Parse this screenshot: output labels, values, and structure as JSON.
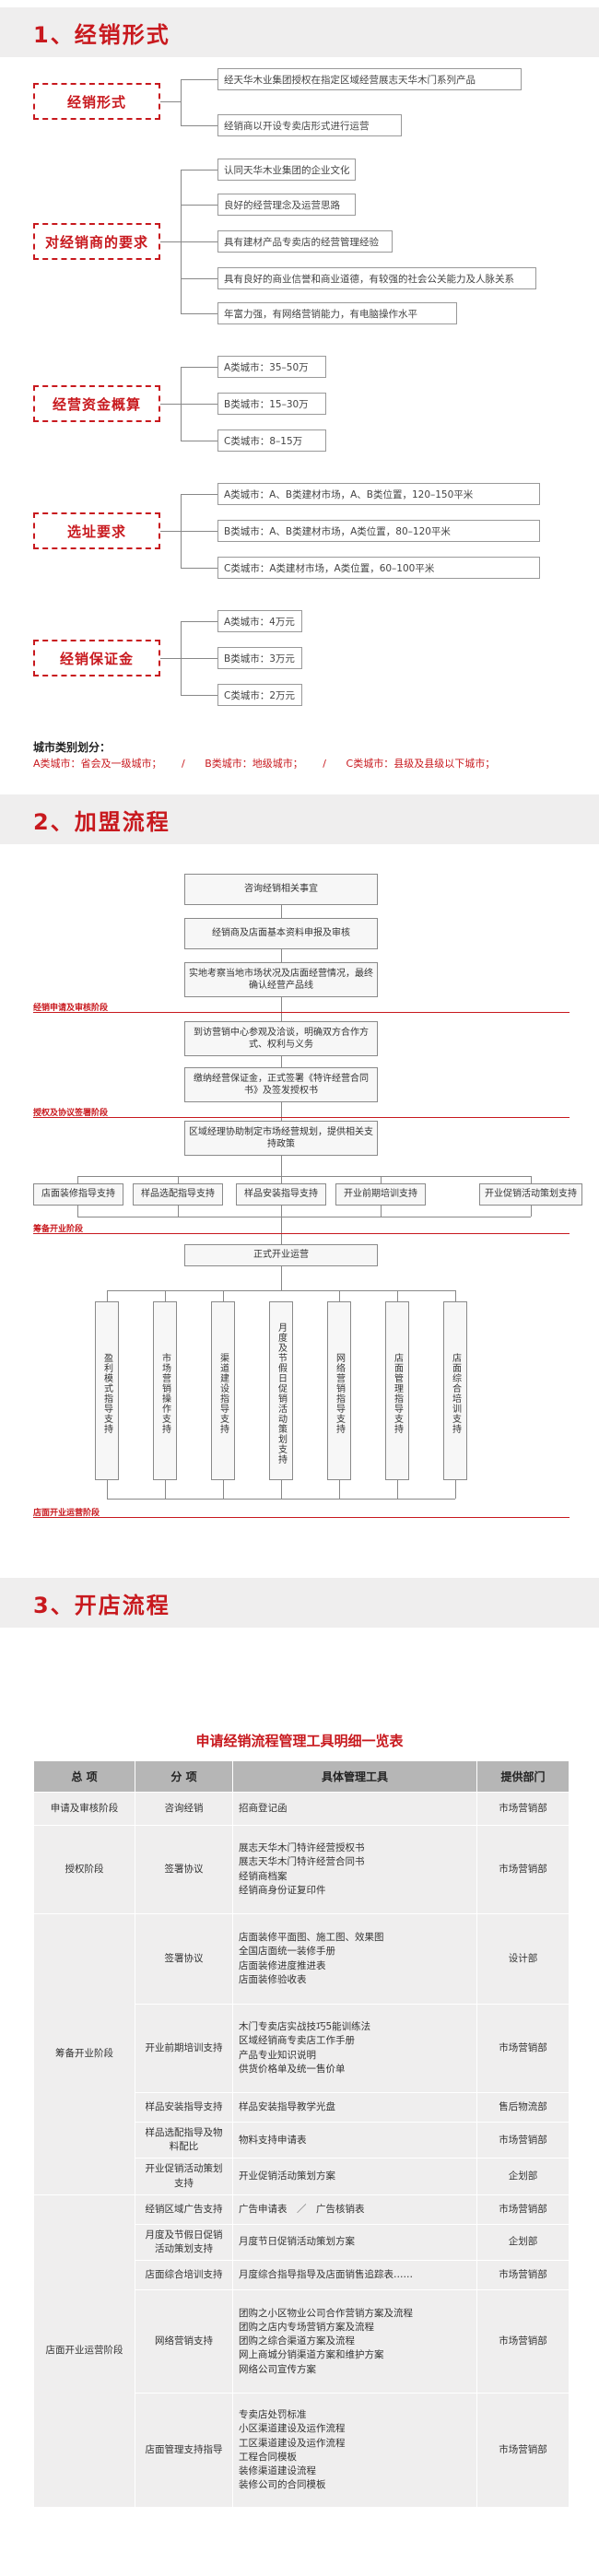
{
  "section1": {
    "title": "1、经销形式",
    "groups": [
      {
        "label": "经销形式",
        "items": [
          "经天华木业集团授权在指定区域经营展志天华木门系列产品",
          "经销商以开设专卖店形式进行运营"
        ]
      },
      {
        "label": "对经销商的要求",
        "items": [
          "认同天华木业集团的企业文化",
          "良好的经营理念及运营思路",
          "具有建材产品专卖店的经营管理经验",
          "具有良好的商业信誉和商业道德，有较强的社会公关能力及人脉关系",
          "年富力强，有网络营销能力，有电脑操作水平"
        ]
      },
      {
        "label": "经营资金概算",
        "items": [
          "A类城市：35–50万",
          "B类城市：15–30万",
          "C类城市：8–15万"
        ]
      },
      {
        "label": "选址要求",
        "items": [
          "A类城市：A、B类建材市场，A、B类位置，120–150平米",
          "B类城市：A、B类建材市场，A类位置，80–120平米",
          "C类城市：A类建材市场，A类位置，60–100平米"
        ]
      },
      {
        "label": "经销保证金",
        "items": [
          "A类城市：4万元",
          "B类城市：3万元",
          "C类城市：2万元"
        ]
      }
    ],
    "city_title": "城市类别划分：",
    "city_items": [
      "A类城市：省会及一级城市；",
      "/",
      "B类城市：地级城市；",
      "/",
      "C类城市：县级及县级以下城市；"
    ]
  },
  "section2": {
    "title": "2、加盟流程",
    "steps": [
      "咨询经销相关事宜",
      "经销商及店面基本资料申报及审核",
      "实地考察当地市场状况及店面经营情况，最终确认经营产品线",
      "到访营销中心参观及洽谈，明确双方合作方式、权利与义务",
      "缴纳经营保证金，正式签署《特许经营合同书》及签发授权书",
      "区域经理协助制定市场经营规划，提供相关支持政策"
    ],
    "stage_labels": [
      "经销申请及审核阶段",
      "授权及协议签署阶段",
      "筹备开业阶段",
      "店面开业运营阶段"
    ],
    "support_items": [
      "店面装修指导支持",
      "样品选配指导支持",
      "样品安装指导支持",
      "开业前期培训支持",
      "开业促销活动策划支持"
    ],
    "opening": "正式开业运营",
    "ops_items": [
      "盈利模式指导支持",
      "市场营销操作支持",
      "渠道建设指导支持",
      "月度及节假日促销活动策划支持",
      "网络营销指导支持",
      "店面管理指导支持",
      "店面综合培训支持"
    ]
  },
  "section3": {
    "title": "3、开店流程",
    "table_title": "申请经销流程管理工具明细一览表",
    "headers": [
      "总 项",
      "分 项",
      "具体管理工具",
      "提供部门"
    ],
    "rows": [
      {
        "main": "申请及审核阶段",
        "sub": "咨询经销",
        "tools": [
          "招商登记函"
        ],
        "dept": "市场营销部"
      },
      {
        "main": "授权阶段",
        "sub": "签署协议",
        "tools": [
          "展志天华木门特许经营授权书",
          "展志天华木门特许经营合同书",
          "经销商档案",
          "经销商身份证复印件"
        ],
        "dept": "市场营销部"
      },
      {
        "main": "筹备开业阶段",
        "sub": "签署协议",
        "tools": [
          "店面装修平面图、施工图、效果图",
          "全国店面统一装修手册",
          "店面装修进度推进表",
          "店面装修验收表"
        ],
        "dept": "设计部"
      },
      {
        "sub": "开业前期培训支持",
        "tools": [
          "木门专卖店实战技巧5能训练法",
          "区域经销商专卖店工作手册",
          "产品专业知识说明",
          "供货价格单及统一售价单"
        ],
        "dept": "市场营销部"
      },
      {
        "sub": "样品安装指导支持",
        "tools": [
          "样品安装指导教学光盘"
        ],
        "dept": "售后物流部"
      },
      {
        "sub": "样品选配指导及物料配比",
        "tools": [
          "物料支持申请表"
        ],
        "dept": "市场营销部"
      },
      {
        "sub": "开业促销活动策划支持",
        "tools": [
          "开业促销活动策划方案"
        ],
        "dept": "企划部"
      },
      {
        "main": "店面开业运营阶段",
        "sub": "经销区域广告支持",
        "tools": [
          "广告申请表　／　广告核销表"
        ],
        "dept": "市场营销部"
      },
      {
        "sub": "月度及节假日促销活动策划支持",
        "tools": [
          "月度节日促销活动策划方案"
        ],
        "dept": "企划部"
      },
      {
        "sub": "店面综合培训支持",
        "tools": [
          "月度综合指导指导及店面销售追踪表……"
        ],
        "dept": "市场营销部"
      },
      {
        "sub": "网络营销支持",
        "tools": [
          "团购之小区物业公司合作营销方案及流程",
          "团购之店内专场营销方案及流程",
          "团购之综合渠道方案及流程",
          "网上商城分销渠道方案和维护方案",
          "网络公司宣传方案"
        ],
        "dept": "市场营销部"
      },
      {
        "sub": "店面管理支持指导",
        "tools": [
          "专卖店处罚标准",
          "小区渠道建设及运作流程",
          "工区渠道建设及运作流程",
          "工程合同模板",
          "装修渠道建设流程",
          "装修公司的合同模板"
        ],
        "dept": "市场营销部"
      }
    ]
  }
}
